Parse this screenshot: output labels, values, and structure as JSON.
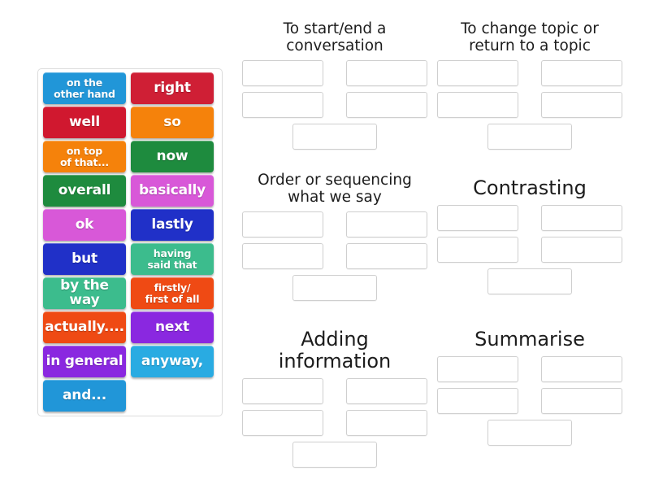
{
  "activity": {
    "type": "group-sort",
    "background_color": "#ffffff"
  },
  "word_bank": {
    "name": "word-bank",
    "tiles": [
      {
        "label": "on the other hand",
        "lines": [
          "on the",
          "other hand"
        ],
        "color": "#2196d8"
      },
      {
        "label": "right",
        "lines": [
          "right"
        ],
        "color": "#cf1f35"
      },
      {
        "label": "well",
        "lines": [
          "well"
        ],
        "color": "#d0182f"
      },
      {
        "label": "so",
        "lines": [
          "so"
        ],
        "color": "#f5820b"
      },
      {
        "label": "on top of that...",
        "lines": [
          "on top",
          "of that..."
        ],
        "color": "#f5820b"
      },
      {
        "label": "now",
        "lines": [
          "now"
        ],
        "color": "#1e8b3e"
      },
      {
        "label": "overall",
        "lines": [
          "overall"
        ],
        "color": "#1e8b3e"
      },
      {
        "label": "basically",
        "lines": [
          "basically"
        ],
        "color": "#d858d8"
      },
      {
        "label": "ok",
        "lines": [
          "ok"
        ],
        "color": "#d858d8"
      },
      {
        "label": "lastly",
        "lines": [
          "lastly"
        ],
        "color": "#2030c8"
      },
      {
        "label": "but",
        "lines": [
          "but"
        ],
        "color": "#2030c8"
      },
      {
        "label": "having said that",
        "lines": [
          "having",
          "said that"
        ],
        "color": "#3cbc8d"
      },
      {
        "label": "by the way",
        "lines": [
          "by the way"
        ],
        "color": "#3cbc8d"
      },
      {
        "label": "firstly/first of all",
        "lines": [
          "firstly/",
          "first of all"
        ],
        "color": "#ef4a14"
      },
      {
        "label": "actually....",
        "lines": [
          "actually...."
        ],
        "color": "#ef4a14"
      },
      {
        "label": "next",
        "lines": [
          "next"
        ],
        "color": "#8a28e0"
      },
      {
        "label": "in general",
        "lines": [
          "in general"
        ],
        "color": "#8a28e0"
      },
      {
        "label": "anyway,",
        "lines": [
          "anyway,"
        ],
        "color": "#29abe2"
      },
      {
        "label": "and...",
        "lines": [
          "and..."
        ],
        "color": "#2196d8"
      }
    ]
  },
  "categories": [
    {
      "title": "To start/end a conversation",
      "title_lines": [
        "To start/end a",
        "conversation"
      ],
      "slot_count": 5
    },
    {
      "title": "To change topic or return to a topic",
      "title_lines": [
        "To change topic or",
        "return to a topic"
      ],
      "slot_count": 5
    },
    {
      "title": "Order or sequencing what we say",
      "title_lines": [
        "Order or sequencing",
        "what we say"
      ],
      "slot_count": 5
    },
    {
      "title": "Contrasting",
      "title_lines": [
        "Contrasting"
      ],
      "slot_count": 5
    },
    {
      "title": "Adding information",
      "title_lines": [
        "Adding information"
      ],
      "slot_count": 5
    },
    {
      "title": "Summarise",
      "title_lines": [
        "Summarise"
      ],
      "slot_count": 5
    }
  ]
}
